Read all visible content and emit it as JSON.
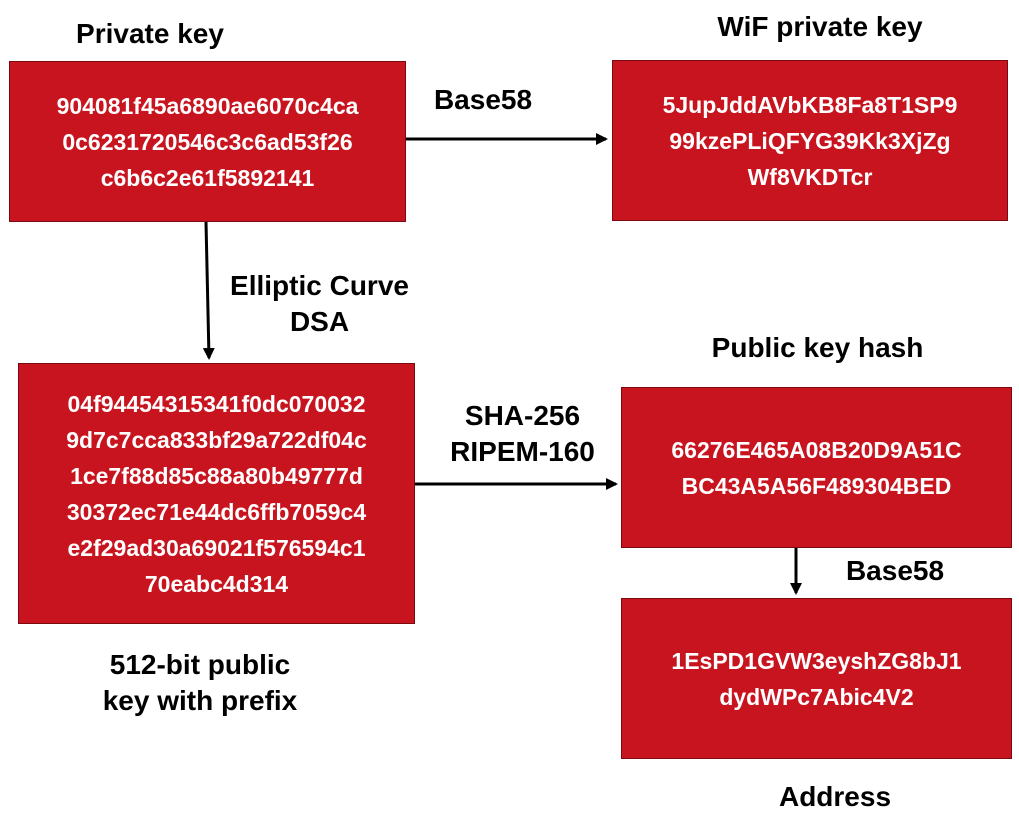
{
  "private_key": {
    "title": "Private key",
    "lines": [
      "904081f45a6890ae6070c4ca",
      "0c6231720546c3c6ad53f26",
      "c6b6c2e61f5892141"
    ]
  },
  "wif_key": {
    "title": "WiF private key",
    "lines": [
      "5JupJddAVbKB8Fa8T1SP9",
      "99kzePLiQFYG39Kk3XjZg",
      "Wf8VKDTcr"
    ]
  },
  "public_key": {
    "title_lines": [
      "512-bit public",
      "key with prefix"
    ],
    "lines": [
      "04f94454315341f0dc070032",
      "9d7c7cca833bf29a722df04c",
      "1ce7f88d85c88a80b49777d",
      "30372ec71e44dc6ffb7059c4",
      "e2f29ad30a69021f576594c1",
      "70eabc4d314"
    ]
  },
  "public_key_hash": {
    "title": "Public key hash",
    "lines": [
      "66276E465A08B20D9A51C",
      "BC43A5A56F489304BED"
    ]
  },
  "address": {
    "title": "Address",
    "lines": [
      "1EsPD1GVW3eyshZG8bJ1",
      "dydWPc7Abic4V2"
    ]
  },
  "edges": {
    "base58_top": "Base58",
    "ecdsa_lines": [
      "Elliptic Curve",
      "DSA"
    ],
    "hash_lines": [
      "SHA-256",
      "RIPEM-160"
    ],
    "base58_bottom": "Base58"
  },
  "colors": {
    "box_fill": "#c8141e",
    "box_text": "#ffffff"
  }
}
